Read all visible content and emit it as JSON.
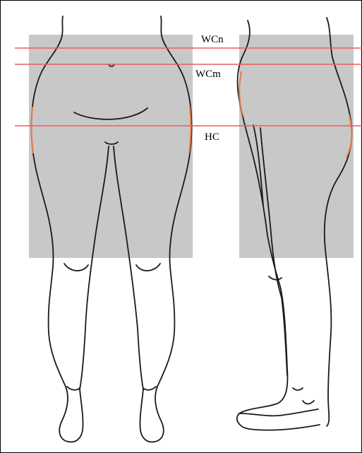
{
  "labels": {
    "wcn": "WCn",
    "wcm": "WCm",
    "hc": "HC"
  },
  "colors": {
    "region_fill": "#c8c8c8",
    "measure_line": "#f05a5a",
    "outline": "#1a1a1a",
    "highlight": "#e07a4a"
  }
}
